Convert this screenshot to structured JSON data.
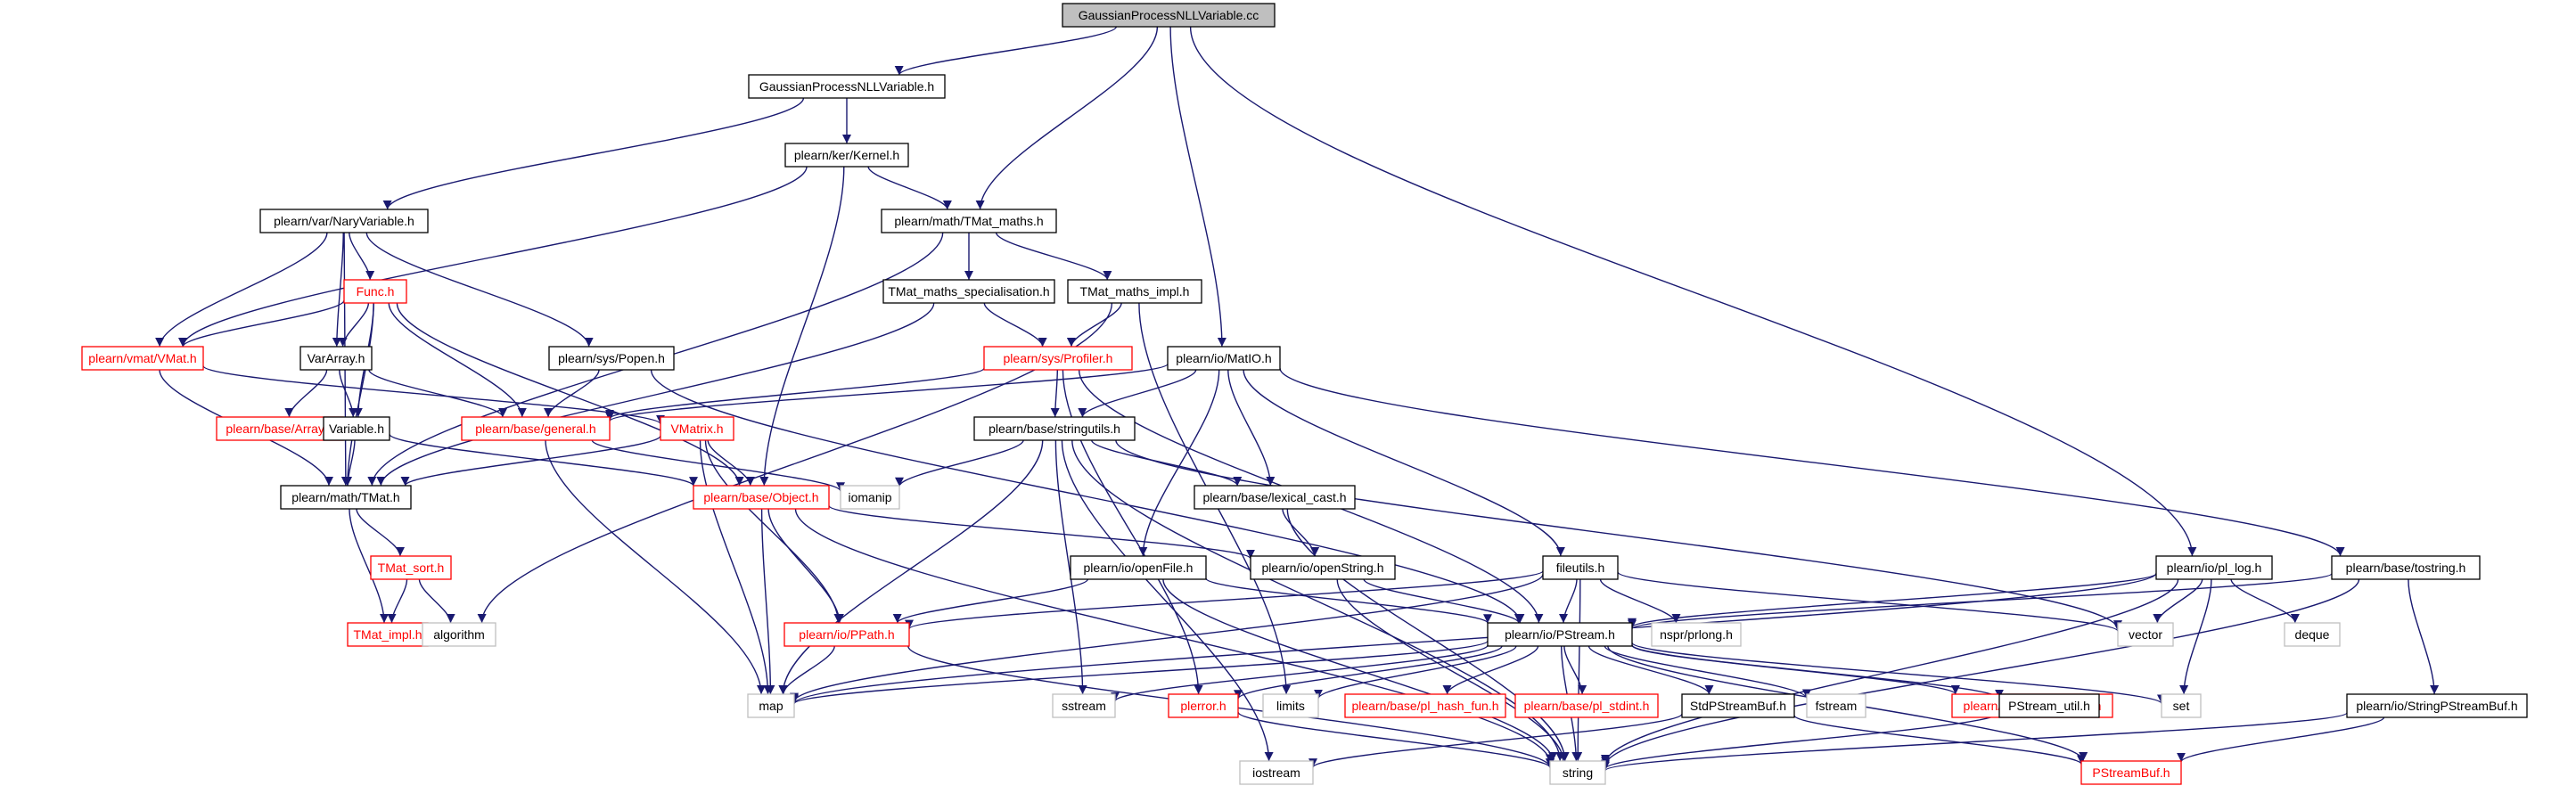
{
  "graph": {
    "colors": {
      "edge": "#191970",
      "node_border_black": "#000000",
      "node_border_red": "#ff0000",
      "node_border_gray": "#bfbfbf",
      "root_fill": "#bfbfbf",
      "text_black": "#000000",
      "text_red": "#ff0000",
      "text_gray": "#000000"
    },
    "nodes": [
      {
        "id": "root",
        "label": "GaussianProcessNLLVariable.cc",
        "style": "root"
      },
      {
        "id": "gpnllh",
        "label": "GaussianProcessNLLVariable.h",
        "style": "black"
      },
      {
        "id": "kernel",
        "label": "plearn/ker/Kernel.h",
        "style": "black"
      },
      {
        "id": "naryvar",
        "label": "plearn/var/NaryVariable.h",
        "style": "black"
      },
      {
        "id": "tmatmaths",
        "label": "plearn/math/TMat_maths.h",
        "style": "black"
      },
      {
        "id": "funch",
        "label": "Func.h",
        "style": "red"
      },
      {
        "id": "tmatspec",
        "label": "TMat_maths_specialisation.h",
        "style": "black"
      },
      {
        "id": "tmatimplh",
        "label": "TMat_maths_impl.h",
        "style": "black"
      },
      {
        "id": "vmat",
        "label": "plearn/vmat/VMat.h",
        "style": "red"
      },
      {
        "id": "vararray",
        "label": "VarArray.h",
        "style": "black"
      },
      {
        "id": "popen",
        "label": "plearn/sys/Popen.h",
        "style": "black"
      },
      {
        "id": "profiler",
        "label": "plearn/sys/Profiler.h",
        "style": "red"
      },
      {
        "id": "matio",
        "label": "plearn/io/MatIO.h",
        "style": "black"
      },
      {
        "id": "array",
        "label": "plearn/base/Array.h",
        "style": "red"
      },
      {
        "id": "variable",
        "label": "Variable.h",
        "style": "black"
      },
      {
        "id": "general",
        "label": "plearn/base/general.h",
        "style": "red"
      },
      {
        "id": "vmatrix",
        "label": "VMatrix.h",
        "style": "red"
      },
      {
        "id": "stringutils",
        "label": "plearn/base/stringutils.h",
        "style": "black"
      },
      {
        "id": "iomanip",
        "label": "iomanip",
        "style": "gray"
      },
      {
        "id": "tmat",
        "label": "plearn/math/TMat.h",
        "style": "black"
      },
      {
        "id": "object",
        "label": "plearn/base/Object.h",
        "style": "red"
      },
      {
        "id": "lexcast",
        "label": "plearn/base/lexical_cast.h",
        "style": "black"
      },
      {
        "id": "tmatsort",
        "label": "TMat_sort.h",
        "style": "red"
      },
      {
        "id": "openfile",
        "label": "plearn/io/openFile.h",
        "style": "black"
      },
      {
        "id": "openstring",
        "label": "plearn/io/openString.h",
        "style": "black"
      },
      {
        "id": "fileutils",
        "label": "fileutils.h",
        "style": "black"
      },
      {
        "id": "pllog",
        "label": "plearn/io/pl_log.h",
        "style": "black"
      },
      {
        "id": "tostring",
        "label": "plearn/base/tostring.h",
        "style": "black"
      },
      {
        "id": "tmatimpl",
        "label": "TMat_impl.h",
        "style": "red"
      },
      {
        "id": "algorithm",
        "label": "algorithm",
        "style": "gray"
      },
      {
        "id": "ppath",
        "label": "plearn/io/PPath.h",
        "style": "red"
      },
      {
        "id": "pstream",
        "label": "plearn/io/PStream.h",
        "style": "black"
      },
      {
        "id": "nsprlong",
        "label": "nspr/prlong.h",
        "style": "gray"
      },
      {
        "id": "vector",
        "label": "vector",
        "style": "gray"
      },
      {
        "id": "deque",
        "label": "deque",
        "style": "gray"
      },
      {
        "id": "map",
        "label": "map",
        "style": "gray"
      },
      {
        "id": "sstream",
        "label": "sstream",
        "style": "gray"
      },
      {
        "id": "plerror",
        "label": "plerror.h",
        "style": "red"
      },
      {
        "id": "limits",
        "label": "limits",
        "style": "gray"
      },
      {
        "id": "hashfun",
        "label": "plearn/base/pl_hash_fun.h",
        "style": "red"
      },
      {
        "id": "stdint",
        "label": "plearn/base/pl_stdint.h",
        "style": "red"
      },
      {
        "id": "stdpsb",
        "label": "StdPStreamBuf.h",
        "style": "black"
      },
      {
        "id": "fstream",
        "label": "fstream",
        "style": "gray"
      },
      {
        "id": "byteorder",
        "label": "plearn/base/byte_order.h",
        "style": "red"
      },
      {
        "id": "psutil",
        "label": "PStream_util.h",
        "style": "black"
      },
      {
        "id": "set",
        "label": "set",
        "style": "gray"
      },
      {
        "id": "stringpsb",
        "label": "plearn/io/StringPStreamBuf.h",
        "style": "black"
      },
      {
        "id": "iostream",
        "label": "iostream",
        "style": "gray"
      },
      {
        "id": "string",
        "label": "string",
        "style": "gray"
      },
      {
        "id": "pstreambuf",
        "label": "PStreamBuf.h",
        "style": "red"
      }
    ],
    "edges": [
      [
        "root",
        "gpnllh"
      ],
      [
        "root",
        "tmatmaths"
      ],
      [
        "root",
        "matio"
      ],
      [
        "root",
        "pllog"
      ],
      [
        "gpnllh",
        "kernel"
      ],
      [
        "gpnllh",
        "naryvar"
      ],
      [
        "kernel",
        "tmatmaths"
      ],
      [
        "kernel",
        "vmat"
      ],
      [
        "kernel",
        "object"
      ],
      [
        "naryvar",
        "funch"
      ],
      [
        "naryvar",
        "vmat"
      ],
      [
        "naryvar",
        "vararray"
      ],
      [
        "naryvar",
        "popen"
      ],
      [
        "naryvar",
        "tmat"
      ],
      [
        "tmatmaths",
        "tmatspec"
      ],
      [
        "tmatmaths",
        "tmatimplh"
      ],
      [
        "tmatmaths",
        "tmat"
      ],
      [
        "tmatspec",
        "profiler"
      ],
      [
        "tmatspec",
        "tmat"
      ],
      [
        "tmatimplh",
        "profiler"
      ],
      [
        "tmatimplh",
        "algorithm"
      ],
      [
        "tmatimplh",
        "limits"
      ],
      [
        "funch",
        "vmat"
      ],
      [
        "funch",
        "vararray"
      ],
      [
        "funch",
        "variable"
      ],
      [
        "funch",
        "general"
      ],
      [
        "funch",
        "object"
      ],
      [
        "funch",
        "tmat"
      ],
      [
        "vmat",
        "vmatrix"
      ],
      [
        "vmat",
        "tmat"
      ],
      [
        "vararray",
        "array"
      ],
      [
        "vararray",
        "variable"
      ],
      [
        "vararray",
        "general"
      ],
      [
        "popen",
        "general"
      ],
      [
        "popen",
        "pstream"
      ],
      [
        "profiler",
        "stringutils"
      ],
      [
        "profiler",
        "pstream"
      ],
      [
        "profiler",
        "general"
      ],
      [
        "profiler",
        "plerror"
      ],
      [
        "matio",
        "stringutils"
      ],
      [
        "matio",
        "lexcast"
      ],
      [
        "matio",
        "openfile"
      ],
      [
        "matio",
        "fileutils"
      ],
      [
        "matio",
        "tostring"
      ],
      [
        "matio",
        "general"
      ],
      [
        "variable",
        "object"
      ],
      [
        "variable",
        "tmat"
      ],
      [
        "general",
        "map"
      ],
      [
        "general",
        "iomanip"
      ],
      [
        "vmatrix",
        "object"
      ],
      [
        "vmatrix",
        "ppath"
      ],
      [
        "vmatrix",
        "map"
      ],
      [
        "vmatrix",
        "tmat"
      ],
      [
        "stringutils",
        "iomanip"
      ],
      [
        "stringutils",
        "lexcast"
      ],
      [
        "stringutils",
        "vector"
      ],
      [
        "stringutils",
        "map"
      ],
      [
        "stringutils",
        "sstream"
      ],
      [
        "stringutils",
        "string"
      ],
      [
        "stringutils",
        "iostream"
      ],
      [
        "tmat",
        "tmatsort"
      ],
      [
        "tmat",
        "tmatimpl"
      ],
      [
        "object",
        "ppath"
      ],
      [
        "object",
        "openstring"
      ],
      [
        "object",
        "map"
      ],
      [
        "object",
        "string"
      ],
      [
        "lexcast",
        "openstring"
      ],
      [
        "lexcast",
        "string"
      ],
      [
        "tmatsort",
        "tmatimpl"
      ],
      [
        "tmatsort",
        "algorithm"
      ],
      [
        "openfile",
        "ppath"
      ],
      [
        "openfile",
        "pstream"
      ],
      [
        "openfile",
        "string"
      ],
      [
        "openstring",
        "pstream"
      ],
      [
        "openstring",
        "string"
      ],
      [
        "fileutils",
        "ppath"
      ],
      [
        "fileutils",
        "pstream"
      ],
      [
        "fileutils",
        "nsprlong"
      ],
      [
        "fileutils",
        "vector"
      ],
      [
        "fileutils",
        "map"
      ],
      [
        "fileutils",
        "string"
      ],
      [
        "pllog",
        "pstream"
      ],
      [
        "pllog",
        "map"
      ],
      [
        "pllog",
        "vector"
      ],
      [
        "pllog",
        "deque"
      ],
      [
        "pllog",
        "set"
      ],
      [
        "pllog",
        "string"
      ],
      [
        "tostring",
        "pstream"
      ],
      [
        "tostring",
        "stringpsb"
      ],
      [
        "tostring",
        "string"
      ],
      [
        "ppath",
        "map"
      ],
      [
        "ppath",
        "string"
      ],
      [
        "pstream",
        "map"
      ],
      [
        "pstream",
        "sstream"
      ],
      [
        "pstream",
        "plerror"
      ],
      [
        "pstream",
        "limits"
      ],
      [
        "pstream",
        "hashfun"
      ],
      [
        "pstream",
        "stdint"
      ],
      [
        "pstream",
        "stdpsb"
      ],
      [
        "pstream",
        "fstream"
      ],
      [
        "pstream",
        "byteorder"
      ],
      [
        "pstream",
        "psutil"
      ],
      [
        "pstream",
        "set"
      ],
      [
        "pstream",
        "pstreambuf"
      ],
      [
        "pstream",
        "string"
      ],
      [
        "plerror",
        "string"
      ],
      [
        "stdpsb",
        "iostream"
      ],
      [
        "stdpsb",
        "pstreambuf"
      ],
      [
        "psutil",
        "string"
      ],
      [
        "stringpsb",
        "pstreambuf"
      ],
      [
        "stringpsb",
        "string"
      ]
    ]
  }
}
